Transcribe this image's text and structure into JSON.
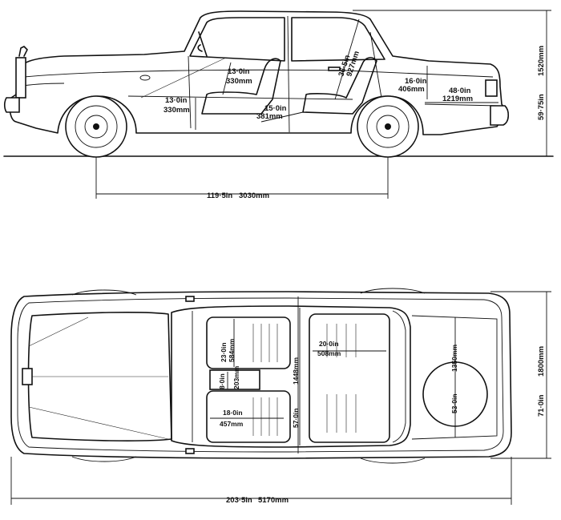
{
  "side_view": {
    "wheelbase_in": "119·5in",
    "wheelbase_mm": "3030mm",
    "overall_height_in": "59·75in",
    "overall_height_mm": "1520mm",
    "seat_height_front_in": "13·0in",
    "seat_height_front_mm": "330mm",
    "headroom_front_in": "13·0in",
    "headroom_front_mm": "330mm",
    "legroom_in": "15·0in",
    "legroom_mm": "381mm",
    "rear_headroom_in": "36·5in",
    "rear_headroom_mm": "927mm",
    "rear_seat_in": "16·0in",
    "rear_seat_mm": "406mm",
    "boot_length_in": "48·0in",
    "boot_length_mm": "1219mm"
  },
  "top_view": {
    "overall_length_in": "203·5in",
    "overall_length_mm": "5170mm",
    "overall_width_in": "71·0in",
    "overall_width_mm": "1800mm",
    "front_seat_depth_in": "23·0in",
    "front_seat_depth_mm": "584mm",
    "armrest_in": "8·0in",
    "armrest_mm": "203mm",
    "front_seat_width_in": "18·0in",
    "front_seat_width_mm": "457mm",
    "interior_width_in": "57·0in",
    "interior_width_mm": "1448mm",
    "rear_seat_depth_in": "20·0in",
    "rear_seat_depth_mm": "508mm",
    "boot_width_in": "53·0in",
    "boot_width_mm": "1350mm"
  }
}
